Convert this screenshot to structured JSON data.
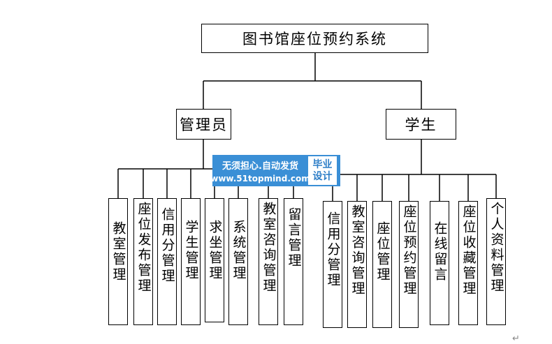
{
  "root": "图书馆座位预约系统",
  "branches": [
    {
      "label": "管理员",
      "children": [
        "教室管理",
        "座位发布管理",
        "信用分管理",
        "学生管理",
        "求坐管理",
        "系统管理",
        "教室咨询管理",
        "留言管理"
      ]
    },
    {
      "label": "学生",
      "children": [
        "信用分管理",
        "教室咨询管理",
        "座位管理",
        "座位预约管理",
        "在线留言",
        "座位收藏管理",
        "个人资料管理"
      ]
    }
  ],
  "watermark": {
    "line1": "无须担心.自动发货",
    "line2": "www.51topmind.com",
    "badge_line1": "毕业",
    "badge_line2": "设计",
    "color": "#3a8fd6"
  },
  "para_mark": "↵"
}
